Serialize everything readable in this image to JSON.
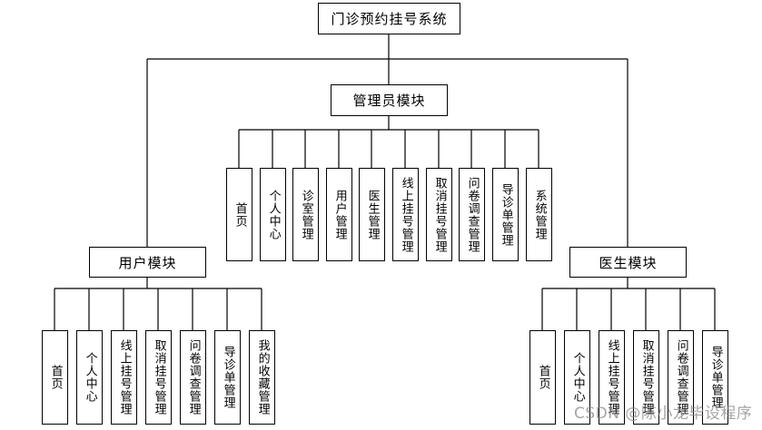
{
  "root": "门诊预约挂号系统",
  "admin": {
    "title": "管理员模块",
    "items": [
      "首页",
      "个人中心",
      "诊室管理",
      "用户管理",
      "医生管理",
      "线上挂号管理",
      "取消挂号管理",
      "问卷调查管理",
      "导诊单管理",
      "系统管理"
    ]
  },
  "user": {
    "title": "用户模块",
    "items": [
      "首页",
      "个人中心",
      "线上挂号管理",
      "取消挂号管理",
      "问卷调查管理",
      "导诊单管理",
      "我的收藏管理"
    ]
  },
  "doctor": {
    "title": "医生模块",
    "items": [
      "首页",
      "个人中心",
      "线上挂号管理",
      "取消挂号管理",
      "问卷调查管理",
      "导诊单管理"
    ]
  },
  "watermark": "CSDN @陈小龙毕设程序"
}
